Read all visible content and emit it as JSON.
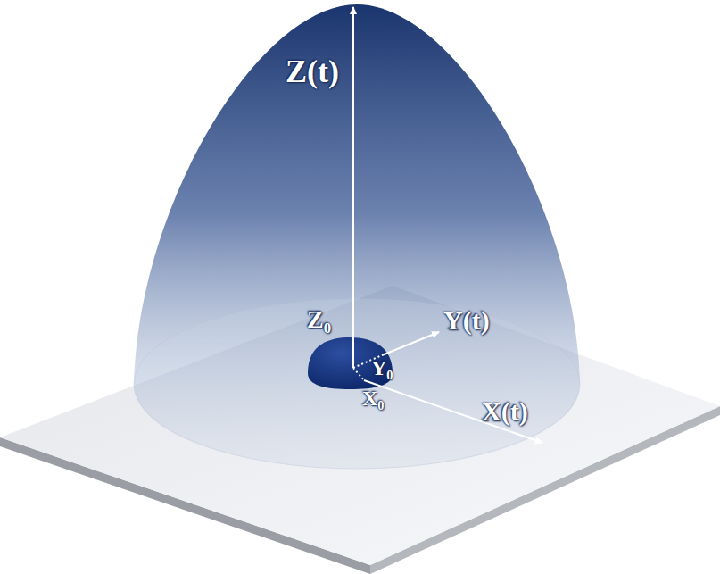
{
  "diagram": {
    "labels": [
      "Z(t)",
      "Z₀",
      "Y(t)",
      "Y₀",
      "X₀",
      "X(t)"
    ]
  }
}
